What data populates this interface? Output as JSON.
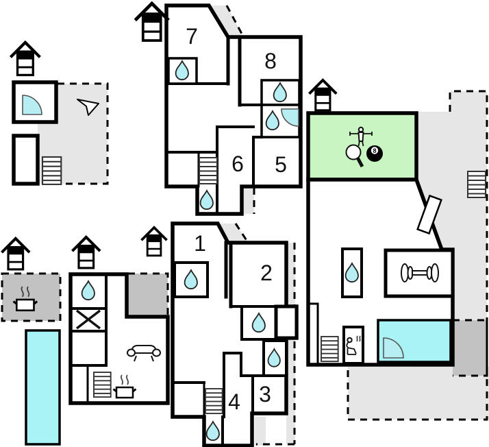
{
  "colors": {
    "wall": "#000000",
    "water": "#b6eef3",
    "pool": "#a9f3f6",
    "games_room": "#c9f5c2",
    "terrace_light": "#e6e6e6",
    "terrace_dark": "#c2c2c2",
    "paper": "#ffffff"
  },
  "rooms": {
    "r1": "1",
    "r2": "2",
    "r3": "3",
    "r4": "4",
    "r5": "5",
    "r6": "6",
    "r7": "7",
    "r8": "8"
  },
  "billiards_ball_label": "8",
  "icons": {
    "entrance": "house-entrance-symbol",
    "stairs": "stairs",
    "bathroom": "water-drop",
    "door_swing": "quarter-circle-door-swing",
    "north_arrow": "north-arrow",
    "bbq_pot": "steaming-pot",
    "kitchen_pot": "steaming-pot",
    "hob": "x-mark",
    "sofa": "sofa",
    "fitness": "dumbbell",
    "sauna": "sauna-person-with-steam",
    "games": [
      "foosball-player",
      "table-tennis-paddle",
      "billiard-8-ball"
    ],
    "pool": "swimming-pool"
  }
}
